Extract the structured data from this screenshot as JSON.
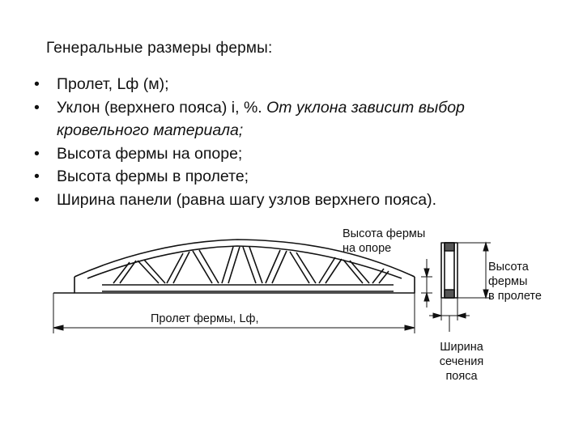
{
  "slide": {
    "title": "Генеральные размеры фермы:",
    "bullets": [
      {
        "text": "Пролет, Lф (м);",
        "italic": ""
      },
      {
        "text": "Уклон (верхнего пояса) i, %. ",
        "italic": "От уклона зависит выбор кровельного материала;"
      },
      {
        "text": "Высота фермы на опоре;",
        "italic": ""
      },
      {
        "text": "Высота фермы в пролете;",
        "italic": ""
      },
      {
        "text": "Ширина панели (равна шагу узлов верхнего пояса).",
        "italic": ""
      }
    ]
  },
  "diagram": {
    "labels": {
      "support_height_line1": "Высота фермы",
      "support_height_line2": "на опоре",
      "span_height_line1": "Высота",
      "span_height_line2": "фермы",
      "span_height_line3": "в пролете",
      "span": "Пролет фермы,  Lф,",
      "chord_width_line1": "Ширина",
      "chord_width_line2": "сечения",
      "chord_width_line3": "пояса"
    }
  }
}
